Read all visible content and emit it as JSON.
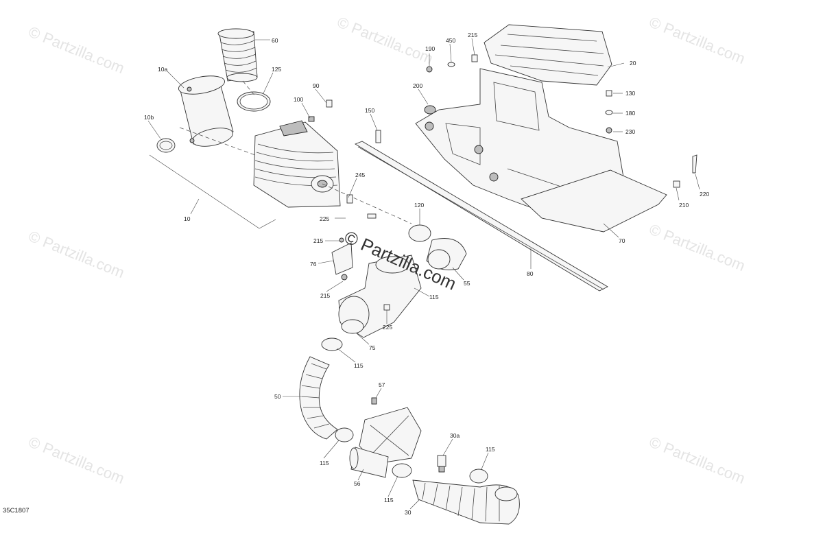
{
  "watermark": {
    "corner_text": "© Partzilla.com",
    "center_text": "© Partzilla.com"
  },
  "drawing_code": "35C1807",
  "callouts": {
    "c60": "60",
    "c10a": "10a",
    "c125": "125",
    "c90": "90",
    "c100": "100",
    "c10b": "10b",
    "c10": "10",
    "c245": "245",
    "c225_top": "225",
    "c215_mid": "215",
    "c76": "76",
    "c215_low": "215",
    "c120": "120",
    "c55": "55",
    "c115_bracket": "115",
    "c225_low": "225",
    "c75": "75",
    "c115_hose": "115",
    "c50": "50",
    "c57": "57",
    "c115_left": "115",
    "c56": "56",
    "c115_bottom": "115",
    "c30": "30",
    "c30a": "30a",
    "c115_right": "115",
    "c190": "190",
    "c450": "450",
    "c215_top": "215",
    "c20": "20",
    "c200": "200",
    "c130": "130",
    "c150": "150",
    "c180": "180",
    "c230": "230",
    "c220": "220",
    "c210": "210",
    "c70": "70",
    "c80": "80"
  },
  "colors": {
    "line": "#333333",
    "watermark": "#e4e4e4",
    "paper": "#ffffff"
  }
}
